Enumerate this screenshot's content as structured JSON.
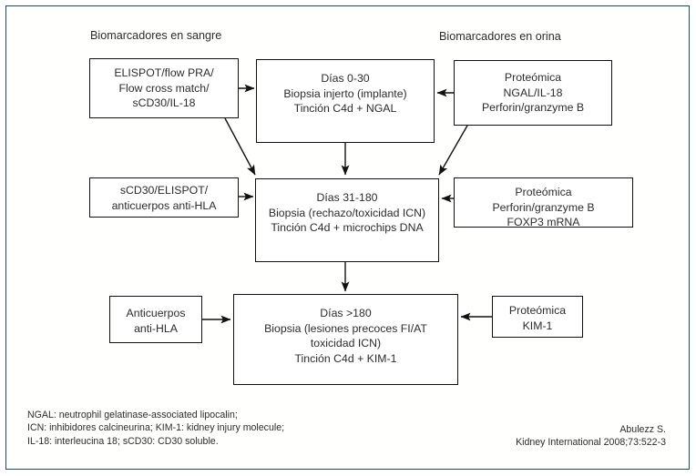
{
  "figure": {
    "headers": {
      "blood": "Biomarcadores en sangre",
      "urine": "Biomarcadores en orina"
    },
    "nodes": {
      "blood_early": {
        "lines": [
          "ELISPOT/flow PRA/",
          "Flow cross match/",
          "sCD30/IL-18"
        ]
      },
      "stage_early": {
        "lines": [
          "Días 0-30",
          "Biopsia injerto (implante)",
          "Tinción C4d + NGAL"
        ]
      },
      "urine_early": {
        "lines": [
          "Proteómica",
          "NGAL/IL-18",
          "Perforin/granzyme B"
        ]
      },
      "blood_mid": {
        "lines": [
          "sCD30/ELISPOT/",
          "anticuerpos anti-HLA"
        ]
      },
      "stage_mid": {
        "lines": [
          "Días 31-180",
          "Biopsia (rechazo/toxicidad ICN)",
          "Tinción C4d + microchips DNA"
        ]
      },
      "urine_mid": {
        "lines": [
          "Proteómica",
          "Perforin/granzyme B",
          "FOXP3 mRNA"
        ]
      },
      "blood_late": {
        "lines": [
          "Anticuerpos",
          "anti-HLA"
        ]
      },
      "stage_late": {
        "lines": [
          "Días >180",
          "Biopsia (lesiones precoces FI/AT",
          "toxicidad ICN)",
          "Tinción C4d + KIM-1"
        ]
      },
      "urine_late": {
        "lines": [
          "Proteómica",
          "KIM-1"
        ]
      }
    },
    "footnote": {
      "line1": "NGAL: neutrophil gelatinase-associated lipocalin;",
      "line2": "ICN: inhibidores calcineurina; KIM-1: kidney injury molecule;",
      "line3": "IL-18: interleucina 18; sCD30: CD30 soluble."
    },
    "credit": {
      "author": "Abulezz S.",
      "source": "Kidney International 2008;73:522-3"
    },
    "colors": {
      "frame": "#1c4a55",
      "box_border": "#111111",
      "text": "#2c2c2c",
      "background": "#ffffff"
    }
  }
}
